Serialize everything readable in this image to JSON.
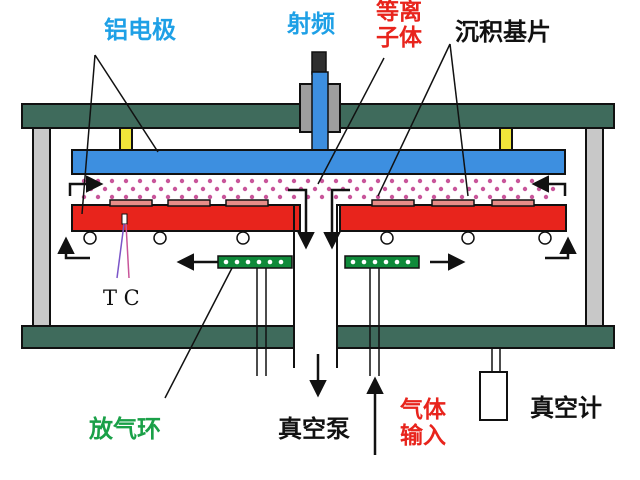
{
  "labels": {
    "aluminum_electrode": "铝电极",
    "rf": "射频",
    "plasma_line1": "等离",
    "plasma_line2": "子体",
    "deposition_substrate": "沉积基片",
    "tc": "T C",
    "gas_ring": "放气环",
    "vacuum_pump": "真空泵",
    "gas_input_line1": "气体",
    "gas_input_line2": "输入",
    "vacuum_gauge": "真空计"
  },
  "colors": {
    "frame": "#3f6b5c",
    "electrode": "#3d8fe0",
    "heater": "#e8241c",
    "substrate": "#e88d88",
    "plasma_dot": "#c8559a",
    "insulator": "#f2e63a",
    "gas_ring": "#0f8a3a",
    "label_blue": "#1ea0e6",
    "label_red": "#e8241c",
    "label_green": "#1aa048",
    "label_black": "#111111",
    "tc_wire": "#7b55c8"
  }
}
